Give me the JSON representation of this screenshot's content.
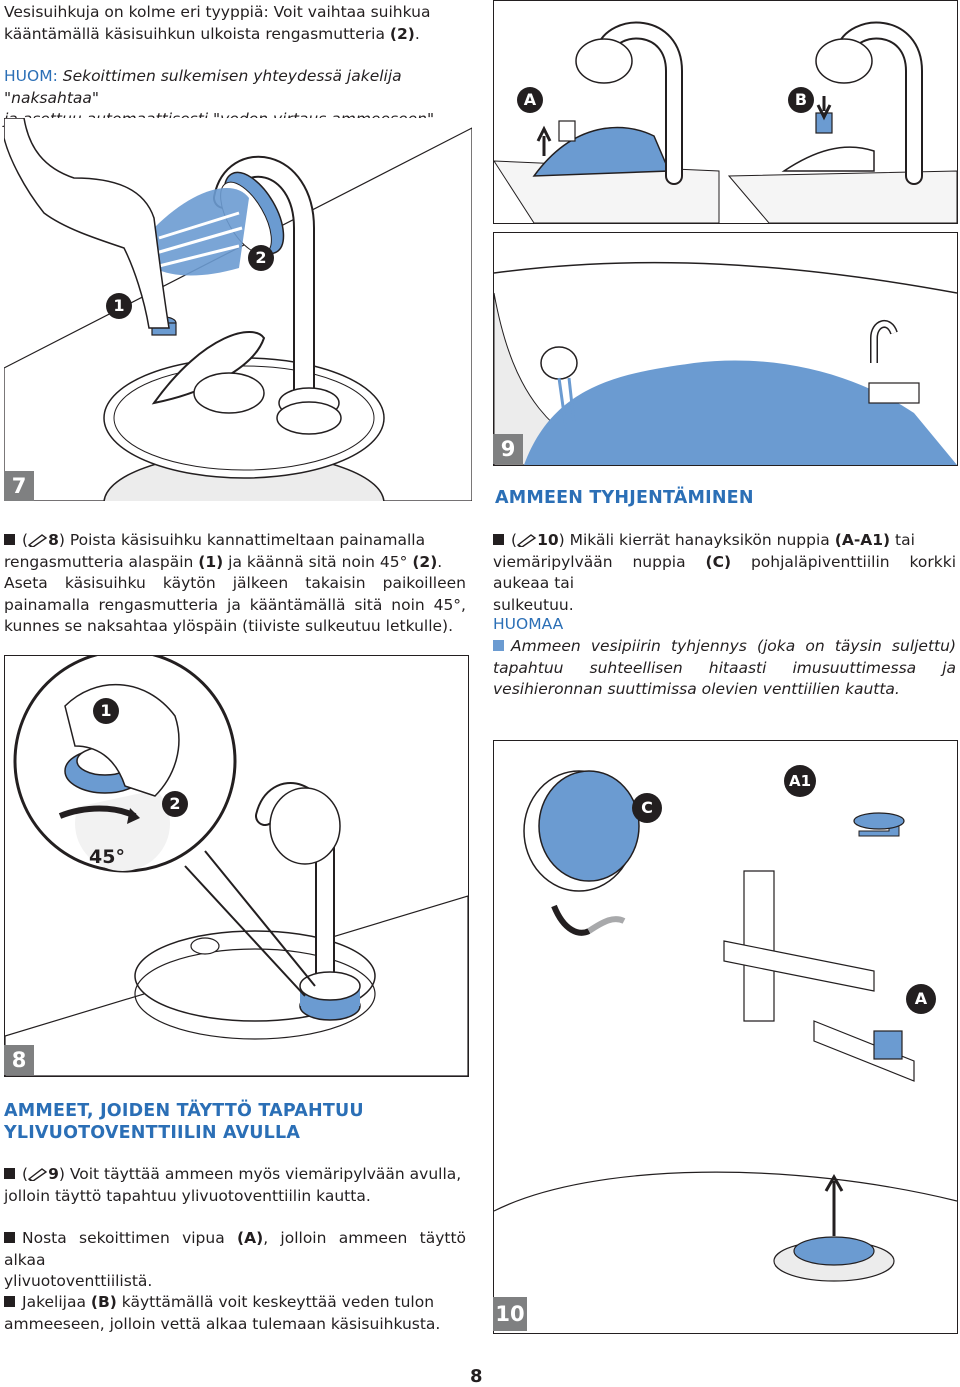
{
  "intro": {
    "line1": "Vesisuihkuja on kolme eri tyyppiä: Voit vaihtaa suihkua",
    "line2_pre": "kääntämällä käsisuihkun ulkoista rengasmutteria ",
    "line2_b": "(2)",
    "line2_post": ".",
    "note_label": "HUOM:",
    "note_l1": " Sekoittimen sulkemisen yhteydessä jakelija \"naksahtaa\"",
    "note_l2": "ja asettuu automaattisesti \"veden virtaus ammeeseen\" asentoon."
  },
  "fig7": {
    "tab": "7",
    "num1": "1",
    "num2": "2",
    "text_pre": "(",
    "ref": "8",
    "text_a": ") Poista käsisuihku kannattimeltaan painamalla",
    "text_b_pre": "rengasmutteria alaspäin ",
    "text_b_1": "(1)",
    "text_b_mid": " ja käännä sitä noin 45° ",
    "text_b_2": "(2)",
    "text_b_post": ".",
    "text_c": "Aseta käsisuihku käytön jälkeen takaisin paikoilleen painamalla rengasmutteria ja kääntämällä sitä noin 45°, kunnes se naksahtaa ylöspäin (tiiviste sulkeutuu letkulle)."
  },
  "figAB": {
    "labelA": "A",
    "labelB": "B"
  },
  "fig9": {
    "tab": "9",
    "heading": "AMMEEN TYHJENTÄMINEN",
    "text_pre": "(",
    "ref": "10",
    "text_a": ") Mikäli kierrät hanayksikön nuppia ",
    "text_a_b": "(A-A1)",
    "text_a_post": " tai",
    "text_b_pre": "viemäripylvään nuppia ",
    "text_b_b": "(C)",
    "text_b_post": " pohjaläpiventtiilin korkki aukeaa tai",
    "text_c": "sulkeutuu.",
    "huomaa": "HUOMAA",
    "note": "Ammeen vesipiirin tyhjennys (joka on täysin suljettu) tapahtuu suhteellisen hitaasti imusuuttimessa ja vesihieronnan suuttimissa olevien venttiilien kautta."
  },
  "fig8": {
    "tab": "8",
    "num1": "1",
    "num2": "2",
    "angle": "45°",
    "heading_l1": "AMMEET, JOIDEN TÄYTTÖ TAPAHTUU",
    "heading_l2": "YLIVUOTOVENTTIILIN AVULLA",
    "p1_pre": "(",
    "p1_ref": "9",
    "p1_a": ") Voit täyttää ammeen myös viemäripylvään avulla,",
    "p1_b": "jolloin täyttö tapahtuu ylivuotoventtiilin kautta.",
    "p2_pre": "Nosta sekoittimen vipua ",
    "p2_b": "(A)",
    "p2_post": ", jolloin ammeen täyttö alkaa",
    "p2_l2": "ylivuotoventtiilistä.",
    "p3_pre": "Jakelijaa ",
    "p3_b": "(B)",
    "p3_post": " käyttämällä voit keskeyttää veden tulon",
    "p3_l2": "ammeeseen, jolloin vettä alkaa tulemaan käsisuihkusta."
  },
  "fig10": {
    "tab": "10",
    "labelA1": "A1",
    "labelC": "C",
    "labelA": "A"
  },
  "page": {
    "number": "8"
  },
  "colors": {
    "accent": "#2b6fb6",
    "water": "#6b9bd1",
    "tab_gray": "#7f8081"
  }
}
